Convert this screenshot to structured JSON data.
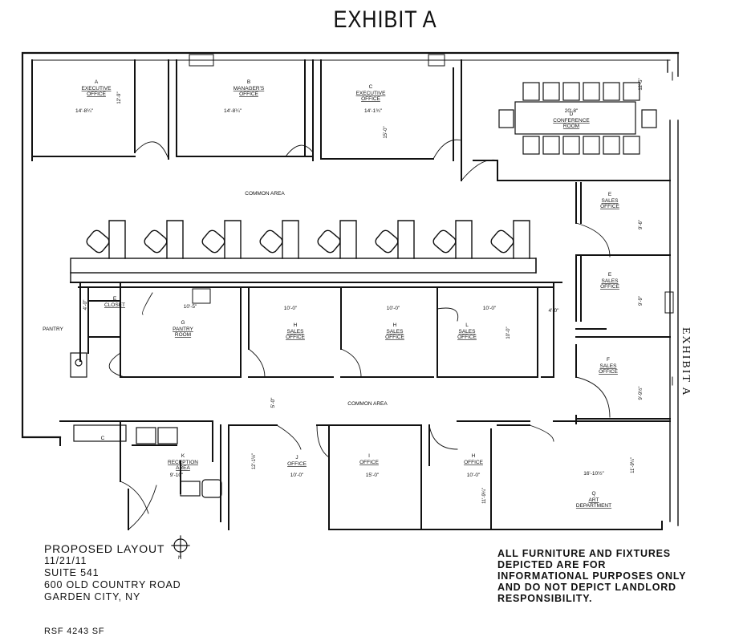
{
  "title": "EXHIBIT A",
  "side_label": "EXHIBIT A",
  "rooms": [
    {
      "letter": "A",
      "name": "EXECUTIVE OFFICE",
      "dims": "14'-8¼\"",
      "dims2": "12'-9\""
    },
    {
      "letter": "B",
      "name": "MANAGER'S OFFICE",
      "dims": "14'-8¼\""
    },
    {
      "letter": "C",
      "name": "EXECUTIVE OFFICE",
      "dims": "14'-1¾\"",
      "dims2": "15'-0\""
    },
    {
      "letter": "D",
      "name": "CONFERENCE ROOM",
      "dims": "20'-8\"",
      "dims2": "12'-5\""
    },
    {
      "letter": "E",
      "name": "SALES OFFICE",
      "dims2": "9'-6\""
    },
    {
      "letter": "E",
      "name": "SALES OFFICE",
      "dims2": "9'-9\""
    },
    {
      "letter": "F",
      "name": "SALES OFFICE",
      "dims2": "9'-9½\""
    },
    {
      "letter": "E",
      "name": "CLOSET"
    },
    {
      "letter": "G",
      "name": "PANTRY ROOM",
      "dims": "10'-5\""
    },
    {
      "letter": "H",
      "name": "SALES OFFICE",
      "dims": "10'-0\""
    },
    {
      "letter": "H",
      "name": "SALES OFFICE",
      "dims": "10'-0\""
    },
    {
      "letter": "L",
      "name": "SALES OFFICE",
      "dims": "10'-0\"",
      "dims2": "10'-0\""
    },
    {
      "letter": "K",
      "name": "RECEPTION AREA",
      "dims": "9'-10\""
    },
    {
      "letter": "J",
      "name": "OFFICE",
      "dims": "10'-0\"",
      "dims2": "12'-1½\""
    },
    {
      "letter": "I",
      "name": "OFFICE",
      "dims": "15'-0\""
    },
    {
      "letter": "H",
      "name": "OFFICE",
      "dims": "10'-0\"",
      "dims2": "11'-9¼\""
    },
    {
      "letter": "Q",
      "name": "ART DEPARTMENT",
      "dims": "16'-10½\"",
      "dims2": "11'-9¼\""
    }
  ],
  "areas": {
    "common_area_top": "COMMON AREA",
    "common_area_bottom": "COMMON AREA",
    "pantry": "PANTRY",
    "corridor_dim": "4'-0\"",
    "corridor_dim2": "5'-0\"",
    "corridor_dim3": "4'-0\"",
    "closet_c": "C"
  },
  "compass_label": "N",
  "info": {
    "line1": "PROPOSED LAYOUT",
    "line2": "11/21/11",
    "line3": "SUITE 541",
    "line4": "600 OLD COUNTRY ROAD",
    "line5": "GARDEN CITY, NY"
  },
  "rsf": "RSF 4243 SF",
  "disclaimer": {
    "line1": "ALL FURNITURE AND FIXTURES",
    "line2": "DEPICTED ARE FOR",
    "line3": "INFORMATIONAL PURPOSES ONLY",
    "line4": "AND DO NOT DEPICT LANDLORD",
    "line5": "RESPONSIBILITY."
  }
}
